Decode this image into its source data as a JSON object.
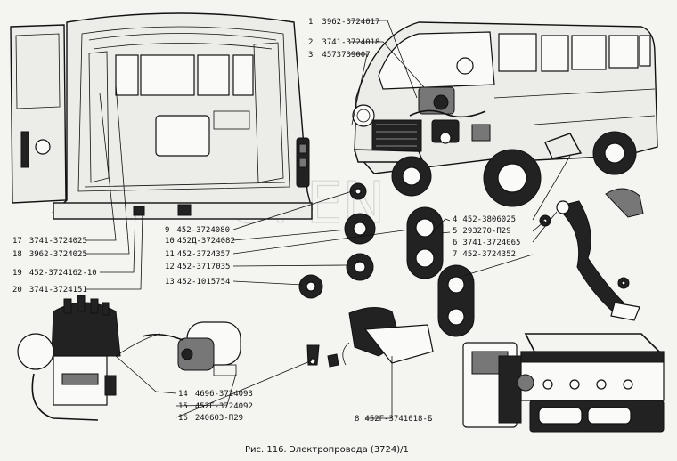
{
  "caption": "Рис. 116. Электропровода (3724)/1",
  "watermark": "OPEN",
  "callouts": {
    "c1": {
      "num": "1",
      "code": "3962-3724017"
    },
    "c2": {
      "num": "2",
      "code": "3741-3724018"
    },
    "c3": {
      "num": "3",
      "code": "4573739007"
    },
    "c4": {
      "num": "4",
      "code": "452-3806025"
    },
    "c5": {
      "num": "5",
      "code": "293270-П29"
    },
    "c6": {
      "num": "6",
      "code": "3741-3724065"
    },
    "c7": {
      "num": "7",
      "code": "452-3724352"
    },
    "c8": {
      "num": "8",
      "code": "452Г-3741018-Б"
    },
    "c9": {
      "num": "9",
      "code": "452-3724080"
    },
    "c10": {
      "num": "10",
      "code": "452Д-3724082"
    },
    "c11": {
      "num": "11",
      "code": "452-3724357"
    },
    "c12": {
      "num": "12",
      "code": "452-3717035"
    },
    "c13": {
      "num": "13",
      "code": "452-1015754"
    },
    "c14": {
      "num": "14",
      "code": "4696-3724093"
    },
    "c15": {
      "num": "15",
      "code": "452Г-3724092"
    },
    "c16": {
      "num": "16",
      "code": "240603-П29"
    },
    "c17": {
      "num": "17",
      "code": "3741-3724025"
    },
    "c18": {
      "num": "18",
      "code": "3962-3724025"
    },
    "c19": {
      "num": "19",
      "code": "452-3724162-10"
    },
    "c20": {
      "num": "20",
      "code": "3741-3724151"
    }
  }
}
